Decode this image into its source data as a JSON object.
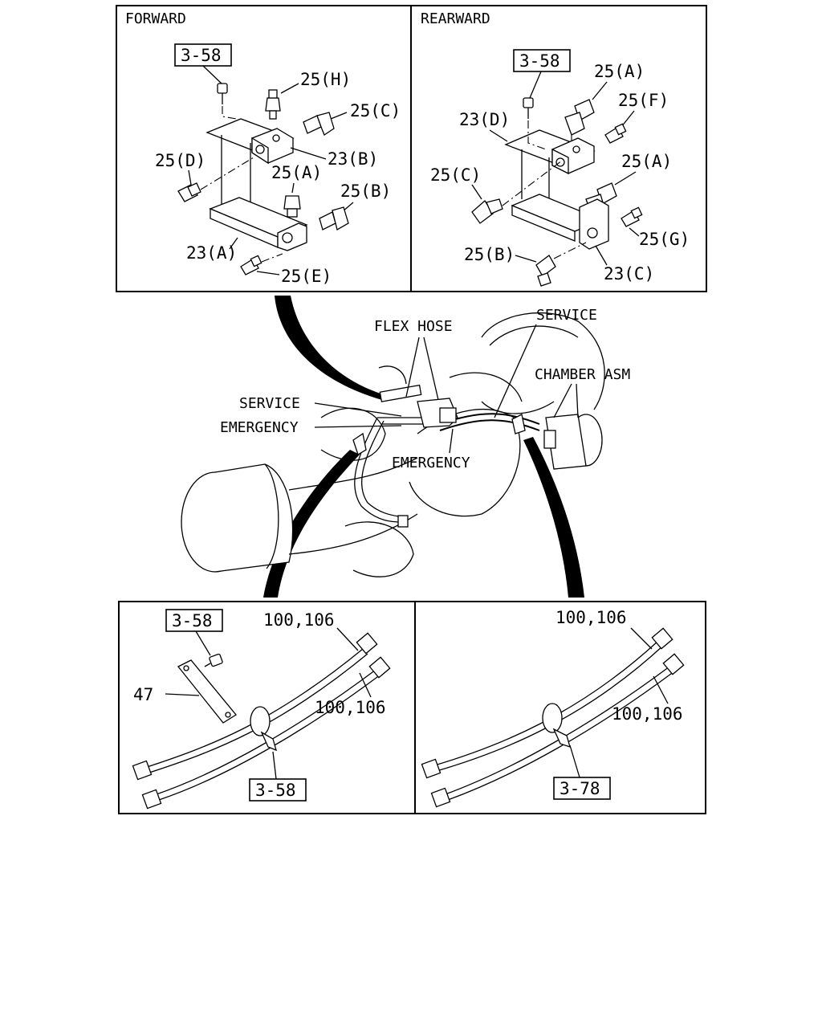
{
  "panels": {
    "forward": {
      "title": "FORWARD",
      "ref_box": "3-58",
      "labels": {
        "p25h": "25(H)",
        "p25c": "25(C)",
        "p23b": "23(B)",
        "p25d": "25(D)",
        "p25a": "25(A)",
        "p25b": "25(B)",
        "p23a": "23(A)",
        "p25e": "25(E)"
      }
    },
    "rearward": {
      "title": "REARWARD",
      "ref_box": "3-58",
      "labels": {
        "p25a_top": "25(A)",
        "p25f": "25(F)",
        "p23d": "23(D)",
        "p25a_mid": "25(A)",
        "p25c": "25(C)",
        "p25g": "25(G)",
        "p25b": "25(B)",
        "p23c": "23(C)"
      }
    },
    "hose_left": {
      "ref_box_top": "3-58",
      "ref_box_bottom": "3-58",
      "labels": {
        "p100_top": "100,106",
        "p100_mid": "100,106",
        "p47": "47"
      }
    },
    "hose_right": {
      "ref_box": "3-78",
      "labels": {
        "p100_top": "100,106",
        "p100_mid": "100,106"
      }
    }
  },
  "axle_view": {
    "labels": {
      "flex_hose": "FLEX HOSE",
      "service_top": "SERVICE",
      "chamber_asm": "CHAMBER ASM",
      "service_left": "SERVICE",
      "emergency_left": "EMERGENCY",
      "emergency_center": "EMERGENCY"
    }
  }
}
